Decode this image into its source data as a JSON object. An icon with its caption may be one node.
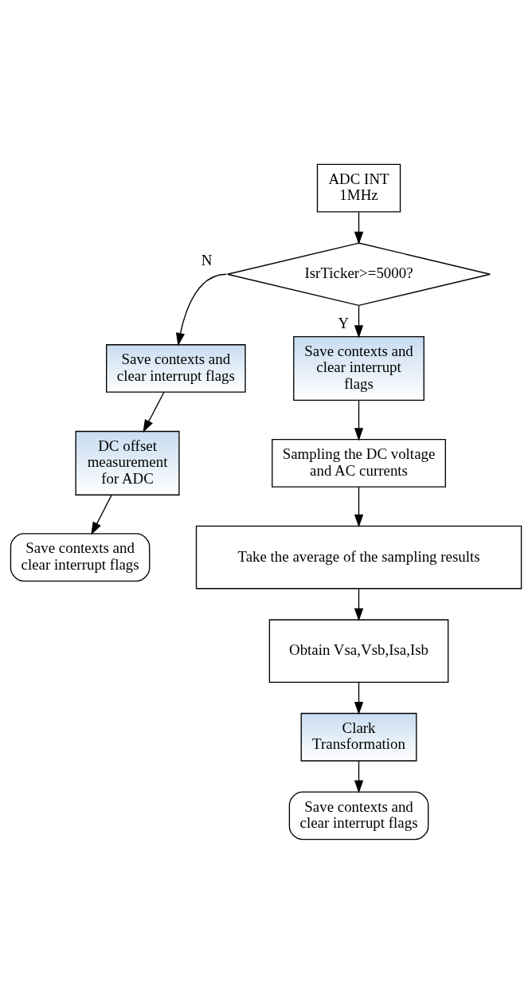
{
  "diagram": {
    "nodes": [
      {
        "text": [
          "ADC INT 1MHz"
        ]
      },
      {
        "text": [
          "IsrTicker>=5000?"
        ]
      },
      {
        "text": [
          "Save contexts and clear interrupt flags"
        ]
      },
      {
        "text": [
          "DC offset measurement for ADC"
        ]
      },
      {
        "text": [
          "Save contexts and clear interrupt flags"
        ]
      },
      {
        "text": [
          "Save contexts and clear interrupt flags"
        ]
      },
      {
        "text": [
          "Sampling the DC voltage and AC currents"
        ]
      },
      {
        "text": [
          "Take the average of the sampling results"
        ]
      },
      {
        "text": [
          "Obtain Vsa,Vsb,Isa,Isb"
        ]
      },
      {
        "text": [
          "Clark Transformation"
        ]
      },
      {
        "text": [
          "Save contexts and clear interrupt flags"
        ]
      }
    ],
    "edges": [
      {
        "from": 0,
        "to": 1,
        "arrow": "to"
      },
      {
        "from": 1,
        "to": 2,
        "arrow": "to",
        "label": "N"
      },
      {
        "from": 2,
        "to": 3,
        "arrow": "to"
      },
      {
        "from": 3,
        "to": 4,
        "arrow": "to"
      },
      {
        "from": 1,
        "to": 5,
        "arrow": "to",
        "label": "Y"
      },
      {
        "from": 5,
        "to": 6,
        "arrow": "to"
      },
      {
        "from": 6,
        "to": 7,
        "arrow": "to"
      },
      {
        "from": 7,
        "to": 8,
        "arrow": "to"
      },
      {
        "from": 8,
        "to": 9,
        "arrow": "to"
      },
      {
        "from": 9,
        "to": 10,
        "arrow": "to"
      }
    ]
  }
}
